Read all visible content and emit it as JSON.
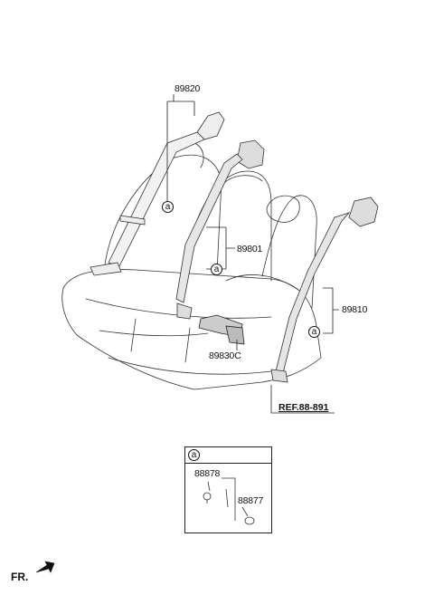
{
  "parts": {
    "front_left_belt": "89820",
    "center_belt": "89801",
    "buckle_assy": "89830C",
    "right_belt": "89810"
  },
  "reference": "REF.88-891",
  "callout_letter": "a",
  "detail": {
    "letter": "a",
    "part_clip": "88878",
    "part_cap": "88877"
  },
  "direction": "FR."
}
